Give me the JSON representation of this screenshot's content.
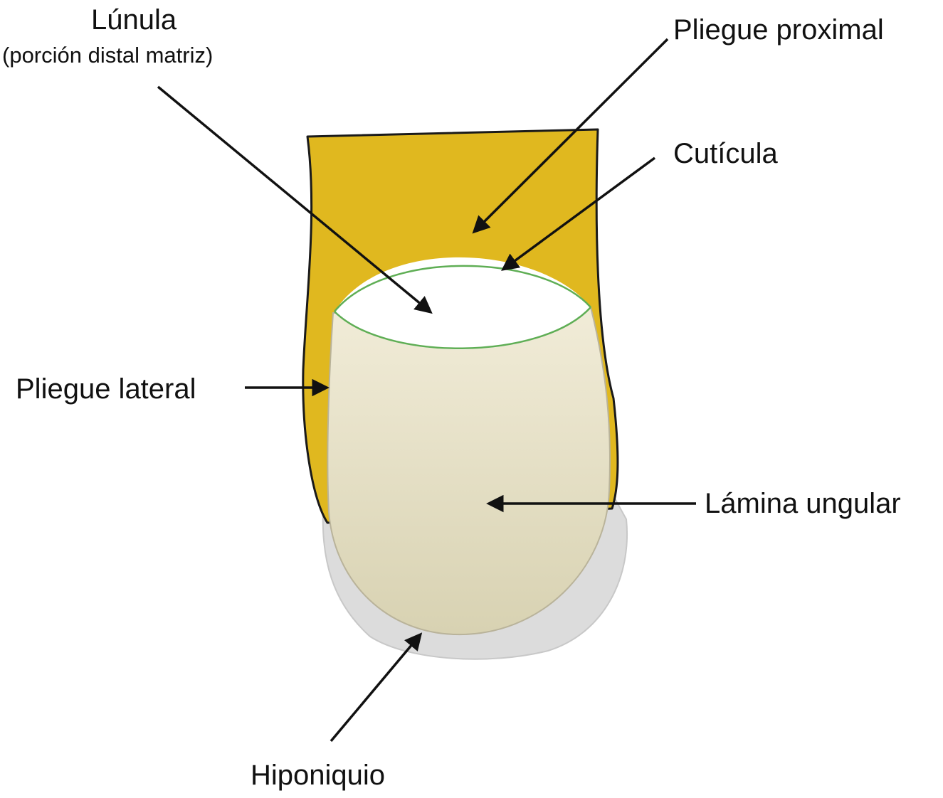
{
  "diagram": {
    "labels": {
      "lunula_title": "Lúnula",
      "lunula_subtitle": "(porción distal matriz)",
      "pliegue_proximal": "Pliegue proximal",
      "cuticula": "Cutícula",
      "pliegue_lateral": "Pliegue lateral",
      "lamina_ungular": "Lámina ungular",
      "hiponiquio": "Hiponiquio"
    },
    "colors": {
      "fold": "#e0b81f",
      "plate_top": "#f1ecd8",
      "plate_bottom": "#d8d2b2",
      "hyponychium": "#dcdcdc",
      "lunula": "#ffffff",
      "cuticle_line": "#5fae55",
      "outline": "#1a1a1a",
      "arrow": "#111111"
    }
  }
}
